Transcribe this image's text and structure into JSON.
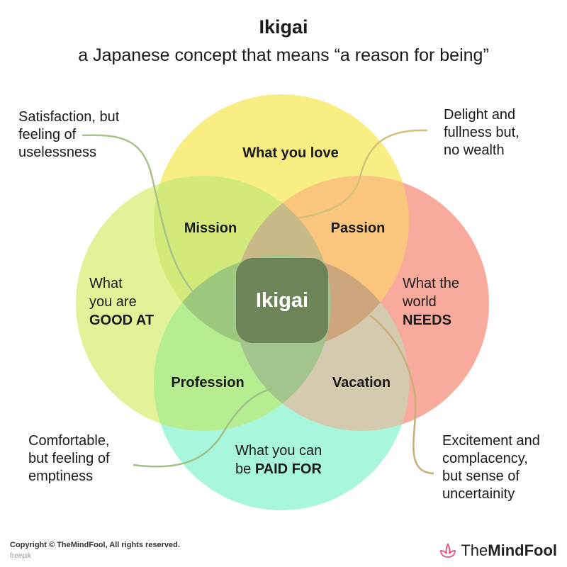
{
  "header": {
    "title": "Ikigai",
    "subtitle": "a Japanese concept that means “a reason for being”"
  },
  "circles": {
    "love": {
      "label": "What you love",
      "color": "#f8ee83"
    },
    "good": {
      "line1": "What",
      "line2": "you are",
      "line3": "GOOD AT",
      "color": "#e3f298"
    },
    "needs": {
      "line1": "What the",
      "line2": "world",
      "line3": "NEEDS",
      "color": "#f8aa9c"
    },
    "paid": {
      "line1": "What you can",
      "line2_prefix": "be ",
      "line2_bold": "PAID FOR",
      "color": "#a8f6dc"
    }
  },
  "overlaps": {
    "mission": {
      "label": "Mission",
      "color": "#d3ea7b"
    },
    "passion": {
      "label": "Passion",
      "color": "#fac57c"
    },
    "profession": {
      "label": "Profession",
      "color": "#b5ed90"
    },
    "vacation": {
      "label": "Vacation",
      "color": "#d4cab0"
    },
    "center": {
      "label": "Ikigai",
      "color": "#6c8458"
    },
    "mission_passion": {
      "color": "#c8bb87"
    },
    "mission_profession": {
      "color": "#9dc87e"
    },
    "passion_vacation": {
      "color": "#cea67e"
    },
    "profession_vacation": {
      "color": "#a3c48c"
    }
  },
  "notes": {
    "top_left": [
      "Satisfaction, but",
      "feeling of",
      "uselessness"
    ],
    "top_right": [
      "Delight and",
      "fullness but,",
      "no wealth"
    ],
    "bottom_left": [
      "Comfortable,",
      "but feeling of",
      "emptiness"
    ],
    "bottom_right": [
      "Excitement and",
      "complacency,",
      "but sense of",
      "uncertainity"
    ]
  },
  "connector_colors": {
    "top_left": "#a9c28a",
    "top_right": "#d2c07a",
    "bottom_left": "#9fbf86",
    "bottom_right": "#c9ae78"
  },
  "footer": {
    "copyright": "Copyright © TheMindFool, All rights reserved.",
    "credit": "freepik",
    "brand_light": "The",
    "brand_bold": "MindFool",
    "brand_color": "#e0507a"
  }
}
